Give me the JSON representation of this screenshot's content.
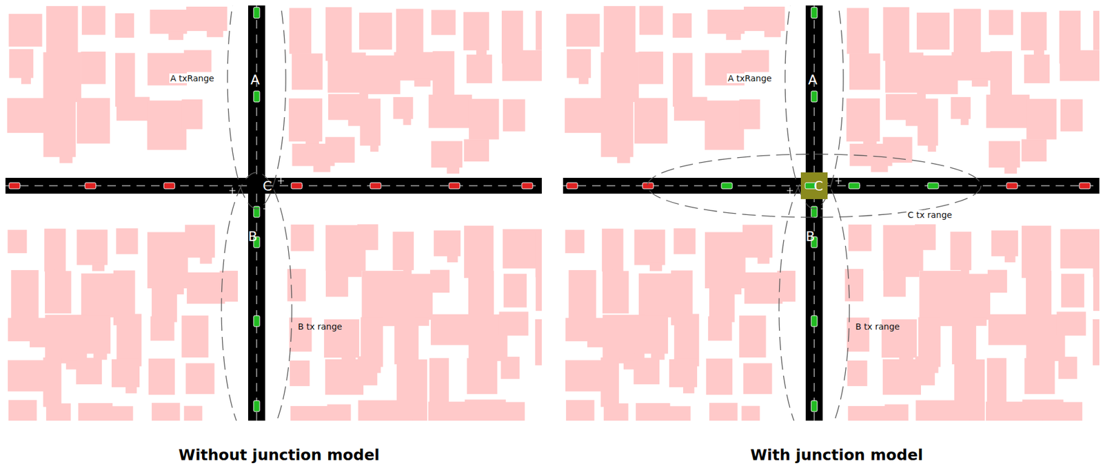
{
  "diagram": {
    "nodes": [
      {
        "text": [
          "C"
        ]
      }
    ],
    "labels": [
      "A txRange",
      "A",
      "C",
      "B",
      "B tx range",
      "Without junction model",
      "A txRange",
      "A",
      "B",
      "C tx range",
      "B tx range",
      "With junction model"
    ]
  }
}
